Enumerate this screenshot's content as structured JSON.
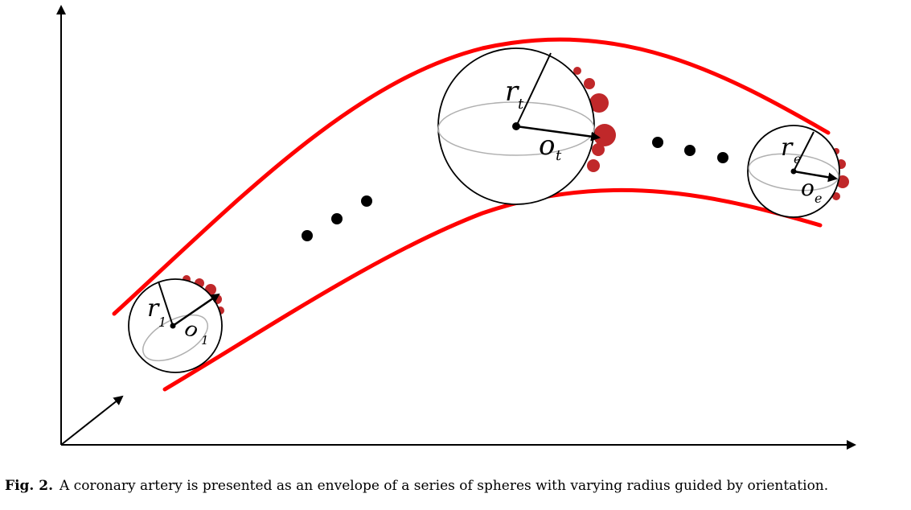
{
  "diagram": {
    "labels": {
      "radius_first": "r",
      "radius_first_sub": "1",
      "center_first": "o",
      "center_first_sub": "1",
      "radius_t": "r",
      "radius_t_sub": "t",
      "center_t": "o",
      "center_t_sub": "t",
      "radius_e": "r",
      "radius_e_sub": "e",
      "center_e": "o",
      "center_e_sub": "e"
    },
    "colors": {
      "envelope": "#ff0000",
      "blobs": "#c0282a",
      "sphere_outline": "#000000",
      "equator": "#b0b0b0"
    }
  },
  "caption": {
    "figure_number": "Fig. 2.",
    "text": "A coronary artery is presented as an envelope of a series of spheres with varying radius guided by orientation."
  }
}
